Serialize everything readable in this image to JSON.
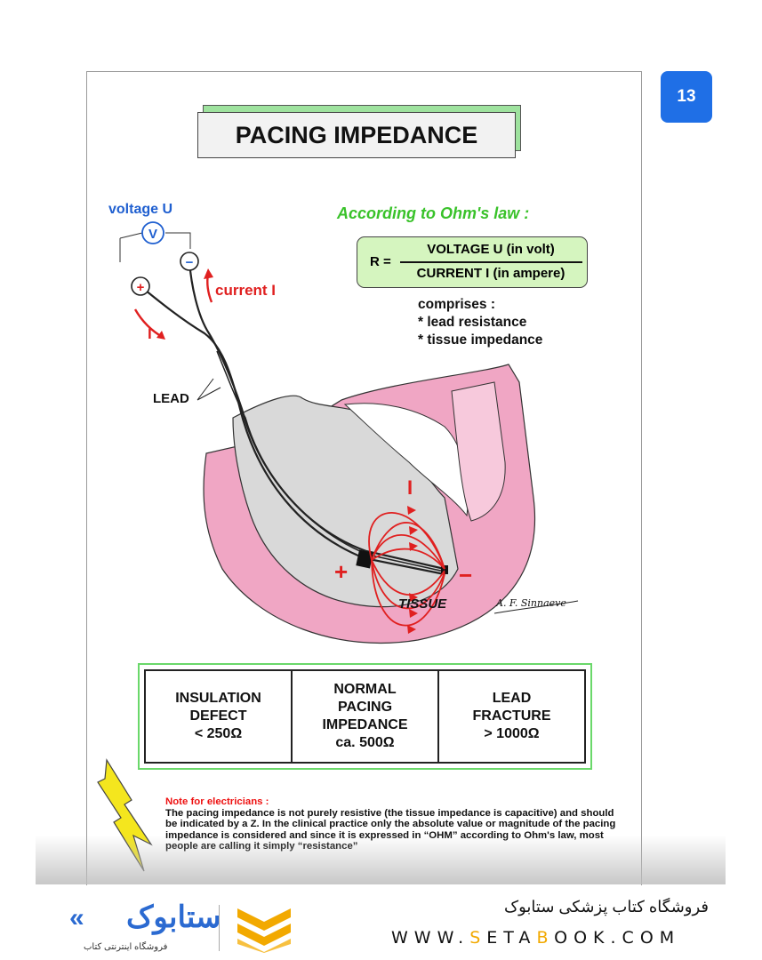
{
  "page_number": "13",
  "title": "PACING IMPEDANCE",
  "diagram": {
    "voltage_label": "voltage U",
    "voltmeter": "V",
    "plus_sign": "+",
    "minus_sign": "−",
    "current_label": "current I",
    "current_symbol": "I",
    "lead_label": "LEAD",
    "tissue_label": "TISSUE",
    "field_current": "I",
    "field_plus": "+",
    "field_minus": "−",
    "signature": "A. F. Sinnaeve"
  },
  "ohm": {
    "heading": "According to Ohm's law :",
    "r_label": "R =",
    "numerator": "VOLTAGE U (in volt)",
    "denominator": "CURRENT I (in ampere)",
    "comprises": "comprises :",
    "items": [
      "* lead resistance",
      "* tissue impedance"
    ]
  },
  "table": {
    "cells": [
      {
        "lines": [
          "INSULATION",
          "DEFECT",
          "< 250Ω"
        ]
      },
      {
        "lines": [
          "NORMAL",
          "PACING",
          "IMPEDANCE",
          "ca. 500Ω"
        ]
      },
      {
        "lines": [
          "LEAD",
          "FRACTURE",
          "> 1000Ω"
        ]
      }
    ]
  },
  "note": {
    "title": "Note for electricians :",
    "body": "The pacing impedance is not purely resistive (the tissue impedance is capacitive) and should be indicated by a Z. In the clinical practice only the absolute value or magnitude of the pacing impedance is considered and since it is expressed in “OHM” according to Ohm's law, most people are calling it simply “resistance”"
  },
  "footer": {
    "store_name": "فروشگاه کتاب پزشکی ستابوک",
    "url_pre": "WWW.",
    "url_s": "S",
    "url_mid1": "ETA",
    "url_b": "B",
    "url_post": "OOK.COM",
    "logo_word": "ستابوک",
    "logo_tagline": "فروشگاه اینترنتی کتاب"
  },
  "colors": {
    "page_badge": "#1f6fe6",
    "ohm_heading": "#39c22a",
    "current_red": "#e02020",
    "tissue_pink": "#f0a6c4",
    "url_highlight": "#f2a900"
  }
}
